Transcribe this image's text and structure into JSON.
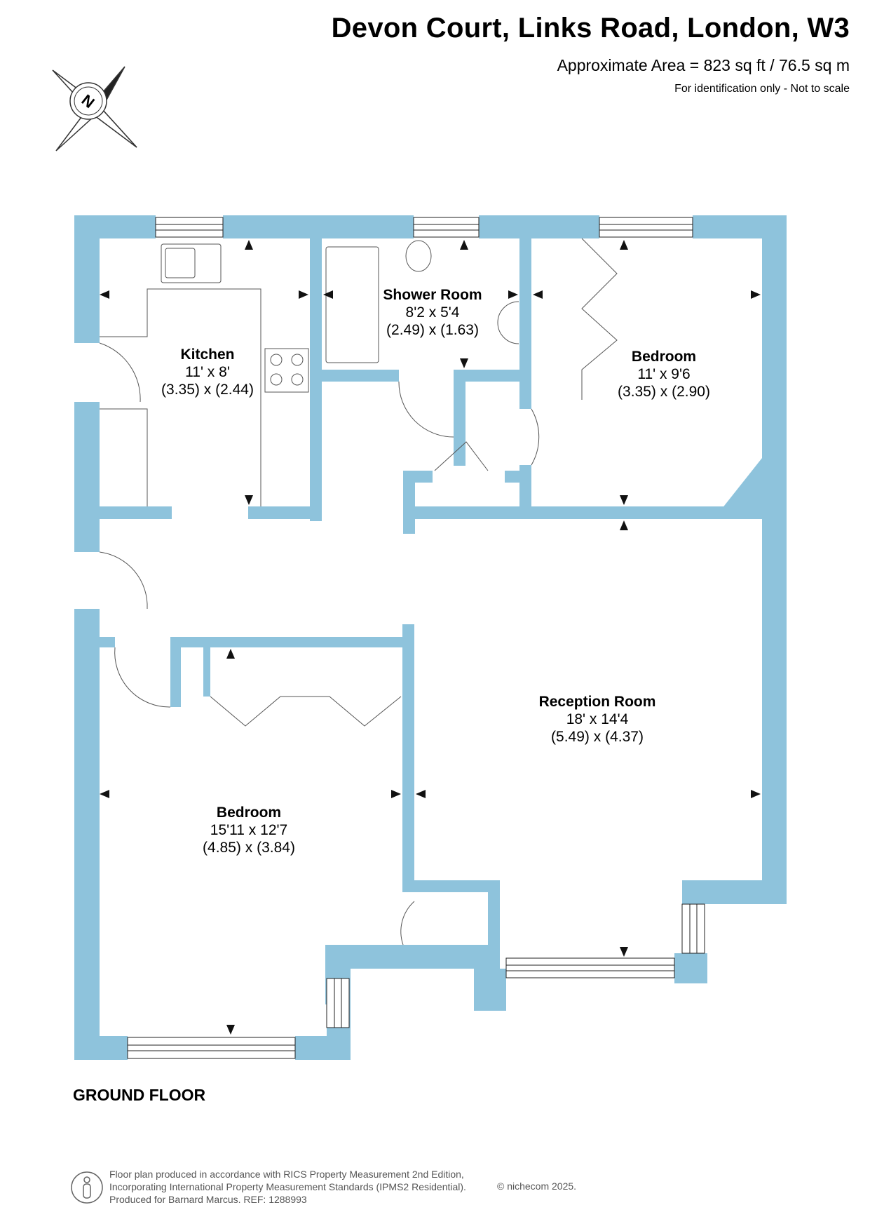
{
  "header": {
    "title": "Devon Court, Links Road, London, W3",
    "area": "Approximate Area = 823 sq ft / 76.5 sq m",
    "note": "For identification only - Not to scale"
  },
  "compass": {
    "letter": "N"
  },
  "rooms": {
    "kitchen": {
      "name": "Kitchen",
      "imperial": "11' x 8'",
      "metric": "(3.35) x (2.44)"
    },
    "shower": {
      "name": "Shower Room",
      "imperial": "8'2 x 5'4",
      "metric": "(2.49) x (1.63)"
    },
    "bedroom1": {
      "name": "Bedroom",
      "imperial": "11' x 9'6",
      "metric": "(3.35) x (2.90)"
    },
    "reception": {
      "name": "Reception Room",
      "imperial": "18' x 14'4",
      "metric": "(5.49) x (4.37)"
    },
    "bedroom2": {
      "name": "Bedroom",
      "imperial": "15'11 x 12'7",
      "metric": "(4.85) x (3.84)"
    }
  },
  "floor_label": "GROUND FLOOR",
  "footer": {
    "line1": "Floor plan produced in accordance with RICS Property Measurement 2nd Edition,",
    "line2": "Incorporating International Property Measurement Standards (IPMS2 Residential).",
    "line3": "Produced for Barnard Marcus.   REF:  1288993",
    "copyright": "© nichecom 2025."
  },
  "colors": {
    "wall": "#8ec3dc",
    "line": "#6a8fa0",
    "text": "#000000",
    "footer_text": "#555555"
  }
}
